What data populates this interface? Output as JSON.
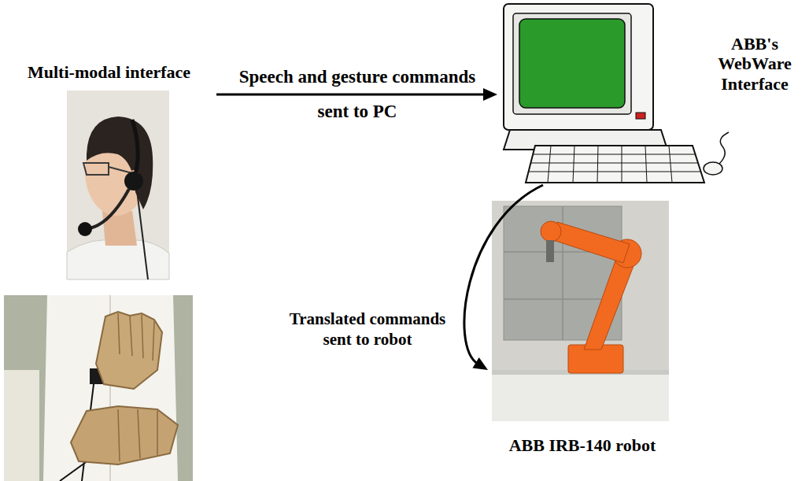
{
  "diagram": {
    "nodes": [
      {
        "text": [
          "Multi-modal interface"
        ]
      },
      {
        "text": [
          "ABB's WebWare Interface"
        ]
      },
      {
        "text": [
          "ABB IRB-140 robot"
        ]
      }
    ],
    "edges": [
      {
        "from": 0,
        "to": 1,
        "arrow": "to",
        "label": "Speech and gesture commands sent to PC"
      },
      {
        "from": 1,
        "to": 2,
        "arrow": "to",
        "label": "Translated commands sent to robot"
      }
    ]
  }
}
